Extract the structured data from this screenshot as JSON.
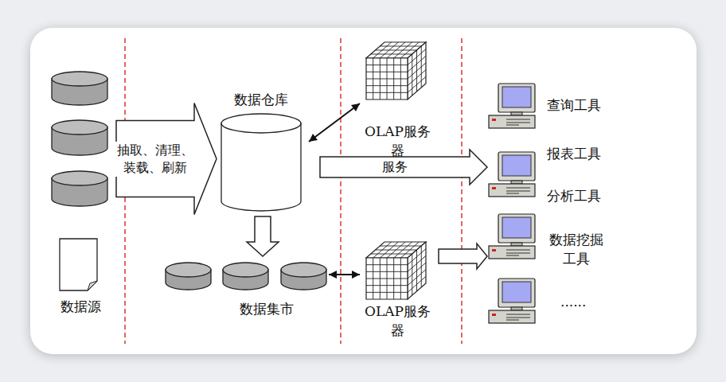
{
  "diagram": {
    "nodes": [
      {
        "text": [
          "数据源"
        ]
      },
      {
        "text": [
          "数据仓库"
        ]
      },
      {
        "text": [
          "数据集市"
        ]
      },
      {
        "text": [
          "OLAP服务器"
        ]
      },
      {
        "text": [
          "OLAP服务器"
        ]
      },
      {
        "text": [
          "查询工具"
        ]
      },
      {
        "text": [
          "报表工具",
          "分析工具"
        ]
      },
      {
        "text": [
          "数据挖掘 工具"
        ]
      },
      {
        "text": [
          "......"
        ]
      }
    ],
    "edges": [
      {
        "from": 0,
        "to": 1,
        "arrow": "to",
        "label": "抽取、清理、 装载、刷新"
      },
      {
        "from": 1,
        "to": 2,
        "arrow": "to"
      },
      {
        "from": 1,
        "to": 3,
        "arrow": "both"
      },
      {
        "from": 2,
        "to": 4,
        "arrow": "both"
      },
      {
        "from": 1,
        "to": 6,
        "arrow": "to",
        "label": "服务"
      },
      {
        "from": 4,
        "to": 7,
        "arrow": "to"
      }
    ]
  }
}
